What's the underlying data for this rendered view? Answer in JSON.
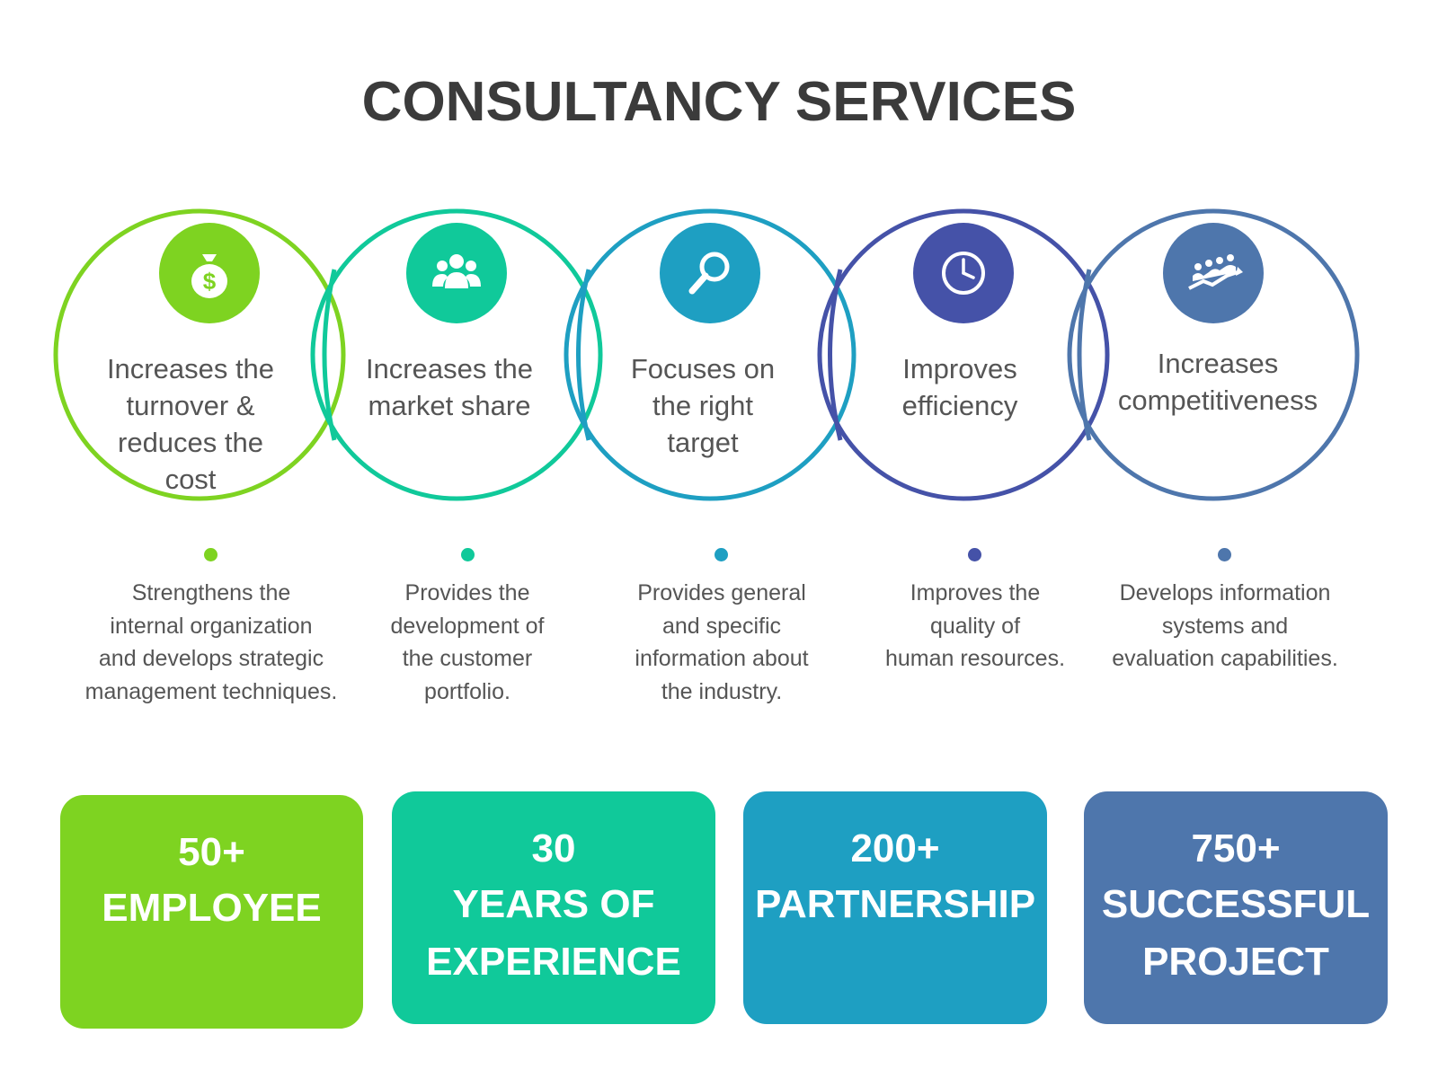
{
  "title": "CONSULTANCY SERVICES",
  "colors": {
    "green": "#7ed321",
    "teal": "#10c99a",
    "cyan": "#1e9fc2",
    "indigo": "#4552a8",
    "steel": "#4e76ac",
    "text_dark": "#3b3b3b",
    "text_gray": "#555555"
  },
  "services": [
    {
      "icon": "money-bag-icon",
      "label": "Increases the\nturnover &\nreduces the\ncost",
      "description": "Strengthens the\ninternal organization\nand develops strategic\nmanagement techniques."
    },
    {
      "icon": "team-icon",
      "label": "Increases the\nmarket share",
      "description": "Provides the\ndevelopment of\nthe customer\nportfolio."
    },
    {
      "icon": "magnifier-icon",
      "label": "Focuses on\nthe right\ntarget",
      "description": "Provides general\nand specific\ninformation about\nthe industry."
    },
    {
      "icon": "clock-icon",
      "label": "Improves\nefficiency",
      "description": "Improves the\nquality of\nhuman resources."
    },
    {
      "icon": "growth-team-icon",
      "label": "Increases\ncompetitiveness",
      "description": "Develops information\nsystems and\nevaluation capabilities."
    }
  ],
  "stats": [
    {
      "number": "50+",
      "label": "EMPLOYEE"
    },
    {
      "number": "30",
      "label": "YEARS OF\nEXPERIENCE"
    },
    {
      "number": "200+",
      "label": "PARTNERSHIP"
    },
    {
      "number": "750+",
      "label": "SUCCESSFUL\nPROJECT"
    }
  ]
}
